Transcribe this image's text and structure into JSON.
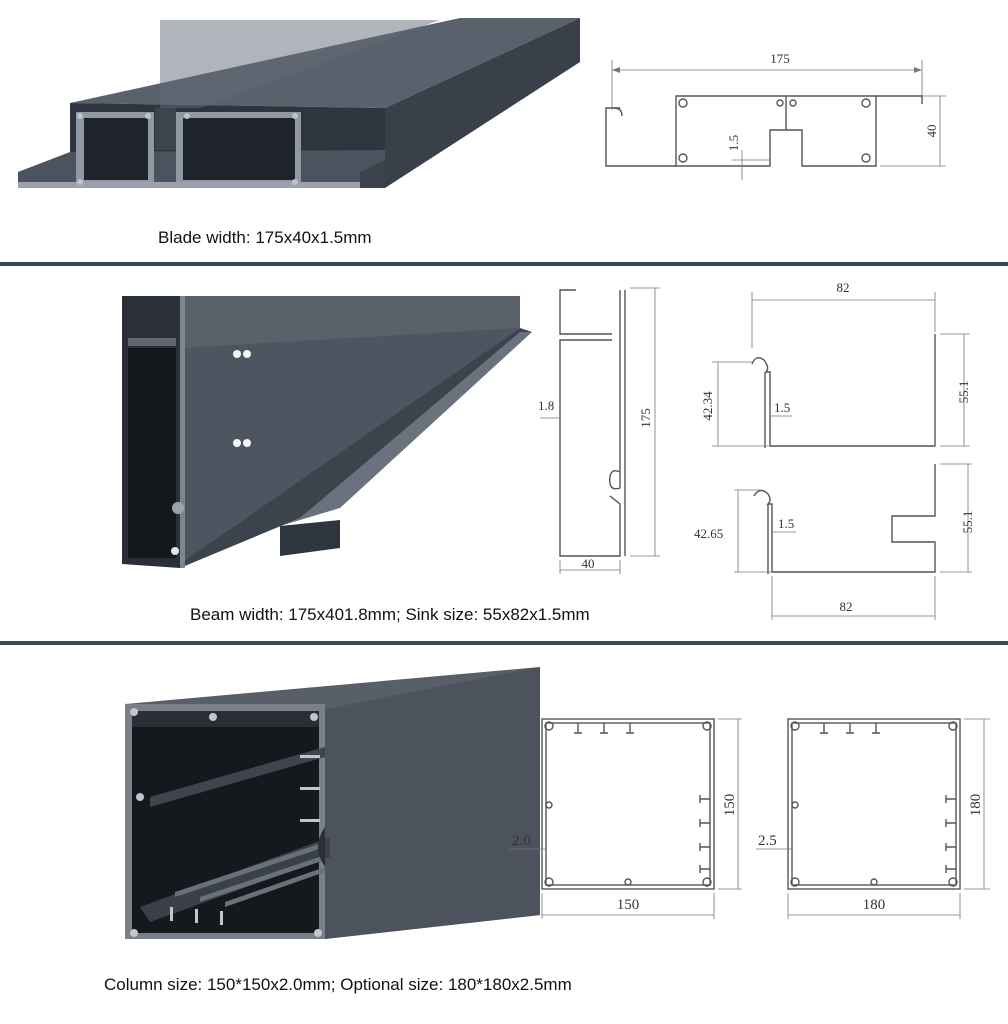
{
  "colors": {
    "divider": "#3b4656",
    "metal_dark": "#2e343d",
    "metal_mid": "#4a525d",
    "metal_light": "#6b737e",
    "drawing_line": "#555555"
  },
  "panels": [
    {
      "caption": "Blade width: 175x40x1.5mm",
      "dimensions": {
        "width": "175",
        "height": "40",
        "thickness": "1.5"
      }
    },
    {
      "caption": "Beam width: 175x401.8mm;   Sink size: 55x82x1.5mm",
      "beam_dimensions": {
        "height": "175",
        "width": "40",
        "thickness": "1.8"
      },
      "sink_a": {
        "width": "82",
        "depth_left": "42.34",
        "depth_right": "55.1",
        "thickness": "1.5"
      },
      "sink_b": {
        "width": "82",
        "depth_left": "42.65",
        "depth_right": "55.1",
        "thickness": "1.5"
      }
    },
    {
      "caption": "Column size: 150*150x2.0mm; Optional size: 180*180x2.5mm",
      "column_a": {
        "width": "150",
        "height": "150",
        "thickness": "2.0"
      },
      "column_b": {
        "width": "180",
        "height": "180",
        "thickness": "2.5"
      }
    }
  ]
}
